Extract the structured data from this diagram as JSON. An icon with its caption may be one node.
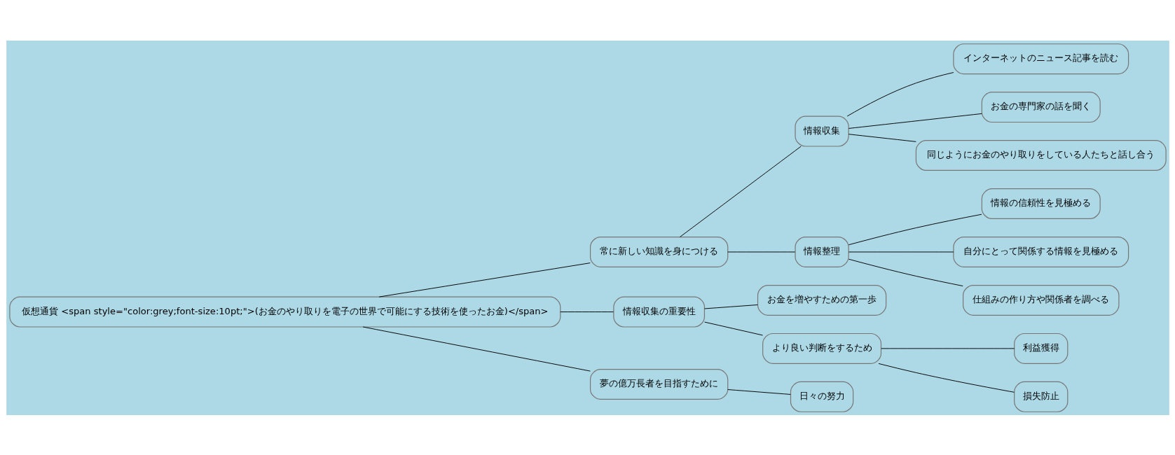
{
  "diagram": {
    "nodes": [
      {
        "text": [
          "仮想通貨 <span style=\"color:grey;font-size:10pt;\">(お金のやり取りを電子の世界で可能にする技術を使ったお金)</span>"
        ]
      },
      {
        "text": [
          "常に新しい知識を身につける"
        ]
      },
      {
        "text": [
          "情報収集"
        ]
      },
      {
        "text": [
          "インターネットのニュース記事を読む"
        ]
      },
      {
        "text": [
          "お金の専門家の話を聞く"
        ]
      },
      {
        "text": [
          "同じようにお金のやり取りをしている人たちと話し合う"
        ]
      },
      {
        "text": [
          "情報整理"
        ]
      },
      {
        "text": [
          "情報の信頼性を見極める"
        ]
      },
      {
        "text": [
          "自分にとって関係する情報を見極める"
        ]
      },
      {
        "text": [
          "仕組みの作り方や関係者を調べる"
        ]
      },
      {
        "text": [
          "情報収集の重要性"
        ]
      },
      {
        "text": [
          "お金を増やすための第一歩"
        ]
      },
      {
        "text": [
          "より良い判断をするため"
        ]
      },
      {
        "text": [
          "利益獲得"
        ]
      },
      {
        "text": [
          "損失防止"
        ]
      },
      {
        "text": [
          "夢の億万長者を目指すために"
        ]
      },
      {
        "text": [
          "日々の努力"
        ]
      }
    ],
    "edges": [
      {
        "from": 0,
        "to": 1,
        "arrow": "none"
      },
      {
        "from": 1,
        "to": 2,
        "arrow": "none"
      },
      {
        "from": 2,
        "to": 3,
        "arrow": "none"
      },
      {
        "from": 2,
        "to": 4,
        "arrow": "none"
      },
      {
        "from": 2,
        "to": 5,
        "arrow": "none"
      },
      {
        "from": 1,
        "to": 6,
        "arrow": "none"
      },
      {
        "from": 6,
        "to": 7,
        "arrow": "none"
      },
      {
        "from": 6,
        "to": 8,
        "arrow": "none"
      },
      {
        "from": 6,
        "to": 9,
        "arrow": "none"
      },
      {
        "from": 0,
        "to": 10,
        "arrow": "none"
      },
      {
        "from": 10,
        "to": 11,
        "arrow": "none"
      },
      {
        "from": 10,
        "to": 12,
        "arrow": "none"
      },
      {
        "from": 12,
        "to": 13,
        "arrow": "none"
      },
      {
        "from": 12,
        "to": 14,
        "arrow": "none"
      },
      {
        "from": 0,
        "to": 15,
        "arrow": "none"
      },
      {
        "from": 15,
        "to": 16,
        "arrow": "none"
      }
    ]
  }
}
